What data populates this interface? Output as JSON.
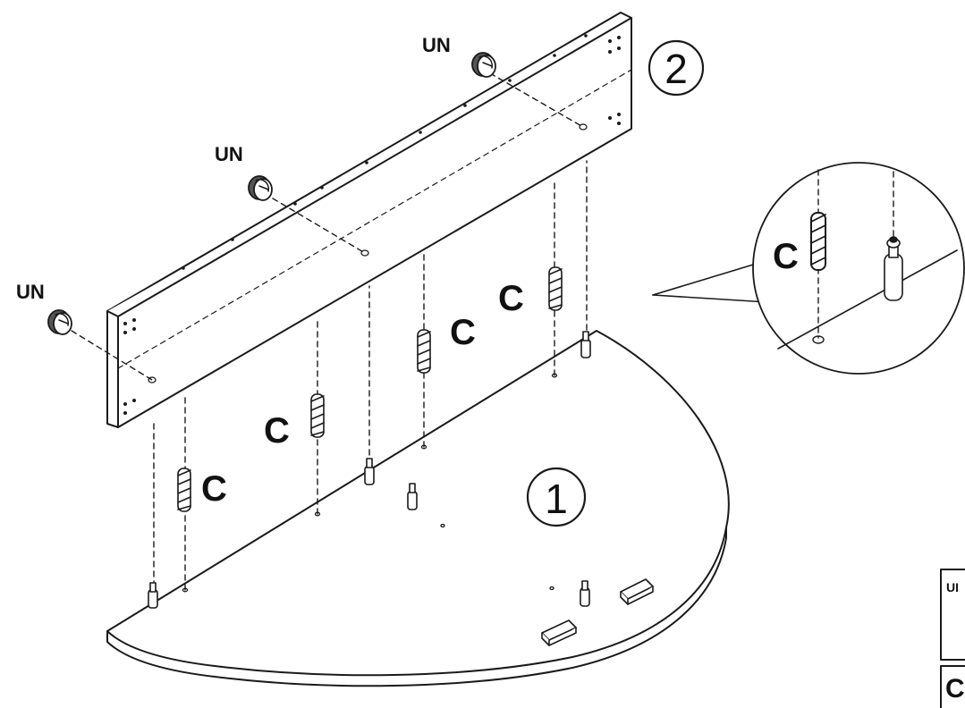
{
  "diagram": {
    "part_numbers": {
      "panel": "2",
      "base": "1"
    },
    "hardware_labels": {
      "cam_top": "UN",
      "cam_mid": "UN",
      "cam_left": "UN",
      "dowel_1": "C",
      "dowel_2": "C",
      "dowel_3": "C",
      "dowel_4": "C",
      "dowel_detail": "C"
    },
    "legend": {
      "row1": "UI",
      "row2": "C"
    }
  }
}
